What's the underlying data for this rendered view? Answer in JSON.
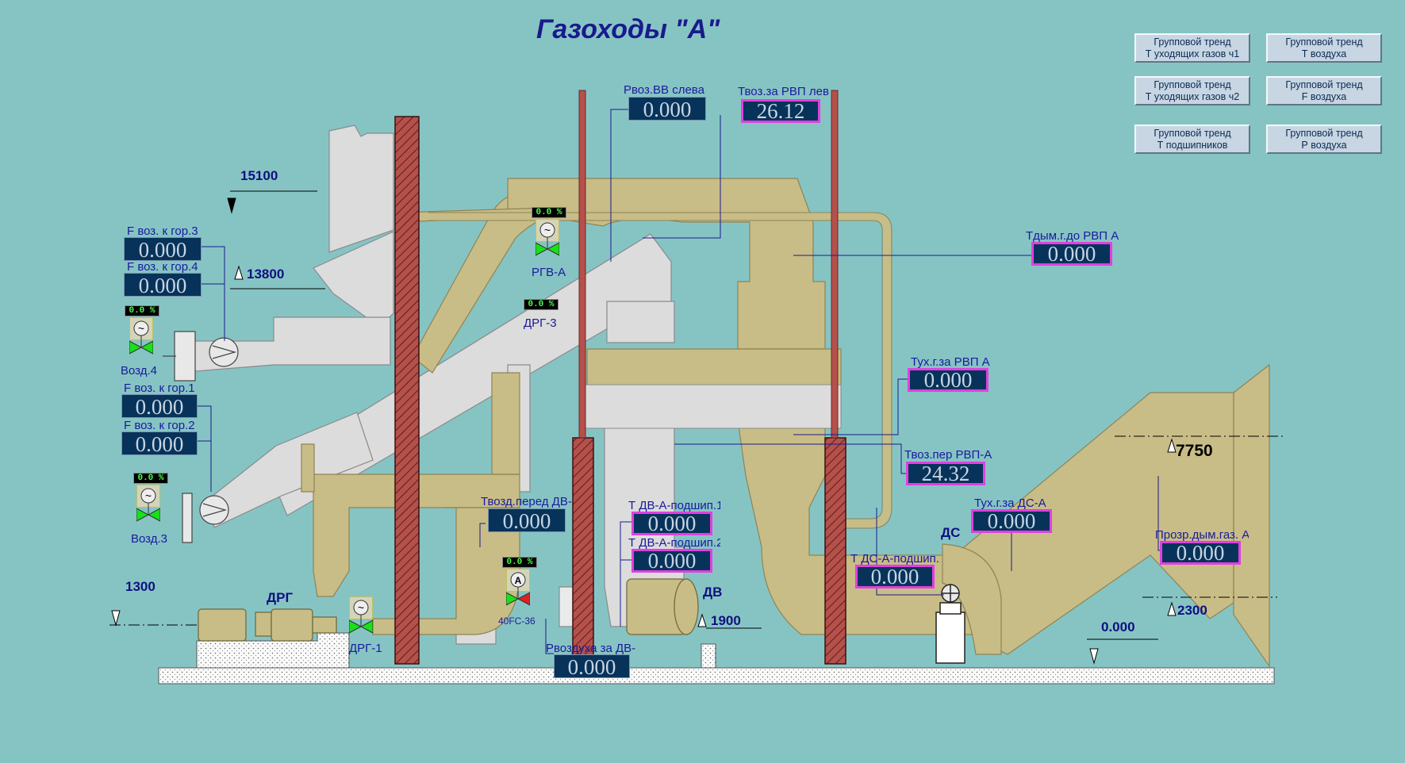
{
  "title": "Газоходы \"А\"",
  "buttons": [
    {
      "id": "trend-t-flue-1",
      "line1": "Групповой тренд",
      "line2": "Т уходящих газов ч1"
    },
    {
      "id": "trend-t-air",
      "line1": "Групповой тренд",
      "line2": "Т воздуха"
    },
    {
      "id": "trend-t-flue-2",
      "line1": "Групповой тренд",
      "line2": "Т уходящих газов ч2"
    },
    {
      "id": "trend-f-air",
      "line1": "Групповой тренд",
      "line2": "F воздуха"
    },
    {
      "id": "trend-t-bearings",
      "line1": "Групповой тренд",
      "line2": "Т подшипников"
    },
    {
      "id": "trend-p-air",
      "line1": "Групповой тренд",
      "line2": "Р воздуха"
    }
  ],
  "measurements": [
    {
      "id": "p-air-vv-left",
      "label": "Рвоз.ВВ слева",
      "value": "0.000"
    },
    {
      "id": "t-air-after-rvp",
      "label": "Твоз.за РВП лев",
      "value": "26.12"
    },
    {
      "id": "t-flue-before-rvp",
      "label": "Тдым.г.до РВП А",
      "value": "0.000"
    },
    {
      "id": "f-air-burner-3",
      "label": "F воз. к гор.3",
      "value": "0.000"
    },
    {
      "id": "f-air-burner-4",
      "label": "F воз. к гор.4",
      "value": "0.000"
    },
    {
      "id": "f-air-burner-1",
      "label": "F воз. к гор.1",
      "value": "0.000"
    },
    {
      "id": "f-air-burner-2",
      "label": "F воз. к гор.2",
      "value": "0.000"
    },
    {
      "id": "t-exhaust-after-rvp",
      "label": "Тух.г.за РВП А",
      "value": "0.000"
    },
    {
      "id": "t-air-before-rvp",
      "label": "Твоз.пер РВП-А",
      "value": "24.32"
    },
    {
      "id": "t-exhaust-after-ds",
      "label": "Тух.г.за ДС-А",
      "value": "0.000"
    },
    {
      "id": "t-air-before-dv",
      "label": "Твозд.перед ДВ-",
      "value": "0.000"
    },
    {
      "id": "t-dv-bearing-1",
      "label": "Т ДВ-А-подшип.1",
      "value": "0.000"
    },
    {
      "id": "t-dv-bearing-2",
      "label": "Т ДВ-А-подшип.2",
      "value": "0.000"
    },
    {
      "id": "t-ds-bearing",
      "label": "Т ДС-А-подшип.",
      "value": "0.000"
    },
    {
      "id": "opacity-flue",
      "label": "Прозр.дым.газ. А",
      "value": "0.000"
    },
    {
      "id": "p-air-after-dv",
      "label": "Рвоздуха за ДВ-",
      "value": "0.000"
    }
  ],
  "valves": [
    {
      "id": "rgv-a",
      "label": "РГВ-А",
      "percent": "0.0  %",
      "actuator": "~"
    },
    {
      "id": "vozd-4",
      "label": "Возд.4",
      "percent": "0.0  %",
      "actuator": "~"
    },
    {
      "id": "vozd-3",
      "label": "Возд.3",
      "percent": "0.0  %",
      "actuator": "~"
    },
    {
      "id": "drg-1",
      "label": "ДРГ-1",
      "percent": "",
      "actuator": "~"
    },
    {
      "id": "fc-40-36",
      "label": "40FC-36",
      "percent": "0.0  %",
      "actuator": "A"
    }
  ],
  "damper_drg3": {
    "label": "ДРГ-3",
    "percent": "0.0  %"
  },
  "equipment": {
    "drg": "ДРГ",
    "dv": "ДВ",
    "ds": "ДС"
  },
  "elevations": {
    "e15100": "15100",
    "e13800": "13800",
    "e1300": "1300",
    "e1900": "1900",
    "e7750": "7750",
    "e2300": "2300",
    "e0000": "0.000"
  },
  "colors": {
    "background": "#86c4c4",
    "duct_tan": "#c8bd86",
    "duct_gray": "#dcdcdc",
    "chimney": "#b5504b",
    "value_box": "#07335a",
    "alarm_border": "#e040e0",
    "valve_open": "#19e019",
    "valve_closed": "#e02020"
  }
}
